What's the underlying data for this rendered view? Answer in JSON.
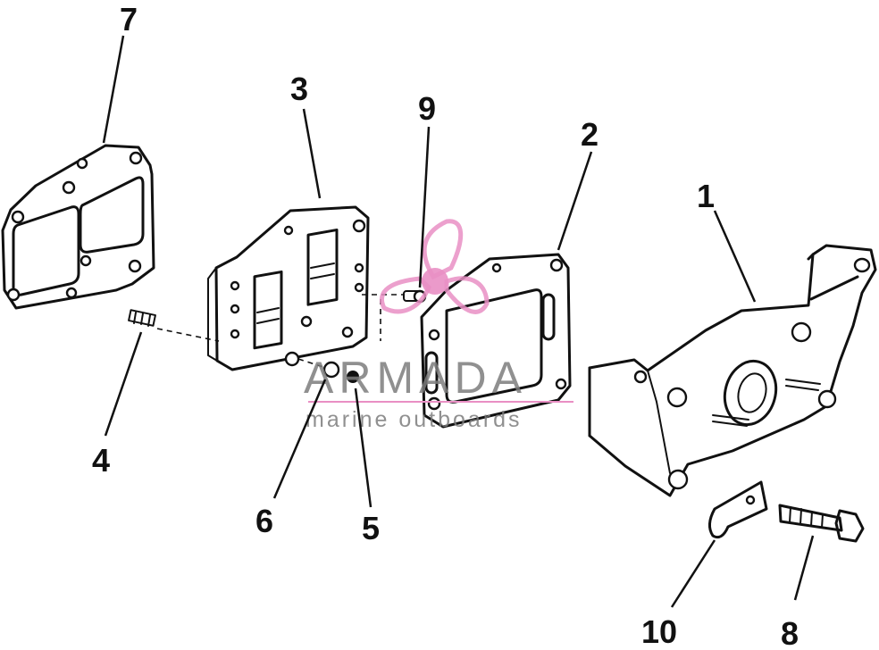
{
  "callouts": {
    "c1": "1",
    "c2": "2",
    "c3": "3",
    "c4": "4",
    "c5": "5",
    "c6": "6",
    "c7": "7",
    "c8": "8",
    "c9": "9",
    "c10": "10"
  },
  "watermark": {
    "brand": "ARMADA",
    "tagline": "marine outboards",
    "accent_color": "#e98fc4",
    "text_color": "#7d7d7d"
  }
}
